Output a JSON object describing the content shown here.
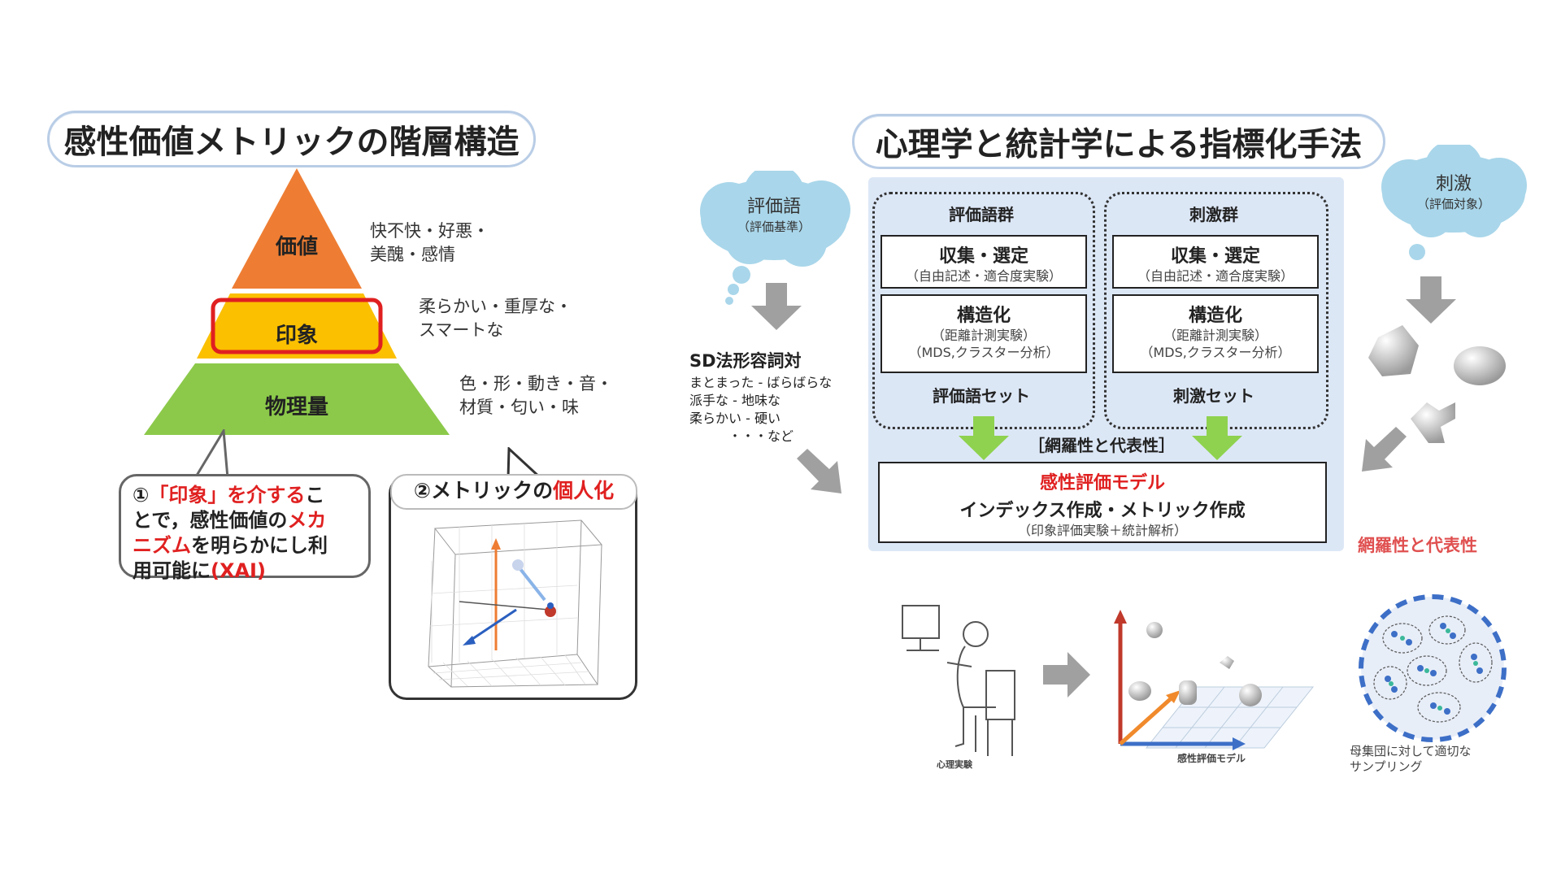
{
  "left": {
    "title": "感性価値メトリックの階層構造",
    "pyramid": {
      "top": "価値",
      "middle": "印象",
      "bottom": "物理量"
    },
    "descriptions": {
      "top_line1": "快不快・好悪・",
      "top_line2": "美醜・感情",
      "middle_line1": "柔らかい・重厚な・",
      "middle_line2": "スマートな",
      "bottom_line1": "色・形・動き・音・",
      "bottom_line2": "材質・匂い・味"
    },
    "bubble1": {
      "p1": "①",
      "p2": "「印象」を介する",
      "p3": "こ",
      "p4": "とで，感性価値の",
      "p5": "メカ",
      "p6": "ニズム",
      "p7": "を明らかにし利",
      "p8": "用可能に",
      "p9": "(XAI)"
    },
    "bubble2": {
      "p1": "②メトリックの",
      "p2": "個人化"
    }
  },
  "right": {
    "title": "心理学と統計学による指標化手法",
    "cloud_left": {
      "main": "評価語",
      "sub": "（評価基準）"
    },
    "cloud_right": {
      "main": "刺激",
      "sub": "（評価対象）"
    },
    "sd": {
      "title": "SD法形容詞対",
      "line1": "まとまった - ばらばらな",
      "line2": "派手な - 地味な",
      "line3": "柔らかい - 硬い",
      "line4": "・・・など"
    },
    "group_left": {
      "header": "評価語群",
      "box1_title": "収集・選定",
      "box1_sub": "（自由記述・適合度実験）",
      "box2_title": "構造化",
      "box2_sub1": "（距離計測実験）",
      "box2_sub2": "（MDS,クラスター分析）",
      "footer": "評価語セット"
    },
    "group_right": {
      "header": "刺激群",
      "box1_title": "収集・選定",
      "box1_sub": "（自由記述・適合度実験）",
      "box2_title": "構造化",
      "box2_sub1": "（距離計測実験）",
      "box2_sub2": "（MDS,クラスター分析）",
      "footer": "刺激セット"
    },
    "coverage": "［網羅性と代表性］",
    "model": {
      "title": "感性評価モデル",
      "line": "インデックス作成・メトリック作成",
      "sub": "（印象評価実験＋統計解析）"
    },
    "coverage_red": "網羅性と代表性",
    "captions": {
      "experiment": "心理実験",
      "model": "感性評価モデル",
      "sampling1": "母集団に対して適切な",
      "sampling2": "サンプリング"
    }
  },
  "colors": {
    "pyramid_top": "#ee7d33",
    "pyramid_middle": "#fbc000",
    "pyramid_bottom": "#8cc94a",
    "accent_red": "#e02020",
    "cloud": "#a9d6ea",
    "panel": "#dce7f6",
    "arrow_green": "#8fd24f",
    "arrow_gray": "#a0a0a0"
  }
}
